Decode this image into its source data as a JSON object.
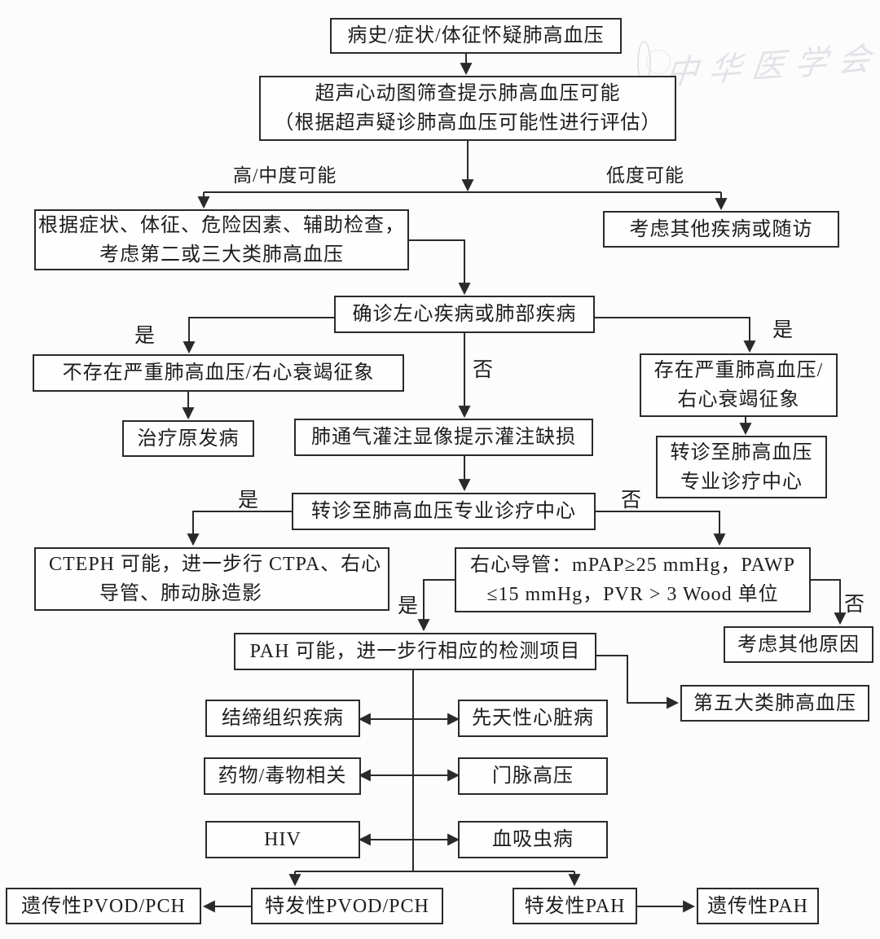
{
  "page": {
    "background": "#fcfcfc",
    "line_color": "#2a2a2a"
  },
  "watermark": {
    "text": "中华医学会"
  },
  "branch_labels": {
    "high_mid": "高/中度可能",
    "low": "低度可能",
    "yes": "是",
    "no": "否"
  },
  "nodes": {
    "suspect": {
      "lines": [
        "病史/症状/体征怀疑肺高血压"
      ]
    },
    "echo": {
      "lines": [
        "超声心动图筛查提示肺高血压可能",
        "（根据超声疑诊肺高血压可能性进行评估）"
      ]
    },
    "group23": {
      "lines": [
        "根据症状、体征、危险因素、辅助检查，",
        "考虑第二或三大类肺高血压"
      ]
    },
    "followup": {
      "lines": [
        "考虑其他疾病或随访"
      ]
    },
    "confirm": {
      "lines": [
        "确诊左心疾病或肺部疾病"
      ]
    },
    "no_severe": {
      "lines": [
        "不存在严重肺高血压/右心衰竭征象"
      ]
    },
    "severe": {
      "lines": [
        "存在严重肺高血压/",
        "右心衰竭征象"
      ]
    },
    "treat_primary": {
      "lines": [
        "治疗原发病"
      ]
    },
    "vq": {
      "lines": [
        "肺通气灌注显像提示灌注缺损"
      ]
    },
    "refer_right": {
      "lines": [
        "转诊至肺高血压",
        "专业诊疗中心"
      ]
    },
    "refer_center": {
      "lines": [
        "转诊至肺高血压专业诊疗中心"
      ]
    },
    "cteph": {
      "lines": [
        "CTEPH 可能，进一步行 CTPA、右心",
        "导管、肺动脉造影"
      ]
    },
    "rhc": {
      "lines": [
        "右心导管：mPAP≥25 mmHg，PAWP",
        "≤15 mmHg，PVR > 3 Wood 单位"
      ]
    },
    "other_causes": {
      "lines": [
        "考虑其他原因"
      ]
    },
    "pah": {
      "lines": [
        "PAH 可能，进一步行相应的检测项目"
      ]
    },
    "group5": {
      "lines": [
        "第五大类肺高血压"
      ]
    },
    "ctd": {
      "lines": [
        "结缔组织疾病"
      ]
    },
    "chd": {
      "lines": [
        "先天性心脏病"
      ]
    },
    "drug": {
      "lines": [
        "药物/毒物相关"
      ]
    },
    "portal": {
      "lines": [
        "门脉高压"
      ]
    },
    "hiv": {
      "lines": [
        "HIV"
      ]
    },
    "schisto": {
      "lines": [
        "血吸虫病"
      ]
    },
    "h_pvod": {
      "lines": [
        "遗传性PVOD/PCH"
      ]
    },
    "i_pvod": {
      "lines": [
        "特发性PVOD/PCH"
      ]
    },
    "i_pah": {
      "lines": [
        "特发性PAH"
      ]
    },
    "h_pah": {
      "lines": [
        "遗传性PAH"
      ]
    }
  }
}
